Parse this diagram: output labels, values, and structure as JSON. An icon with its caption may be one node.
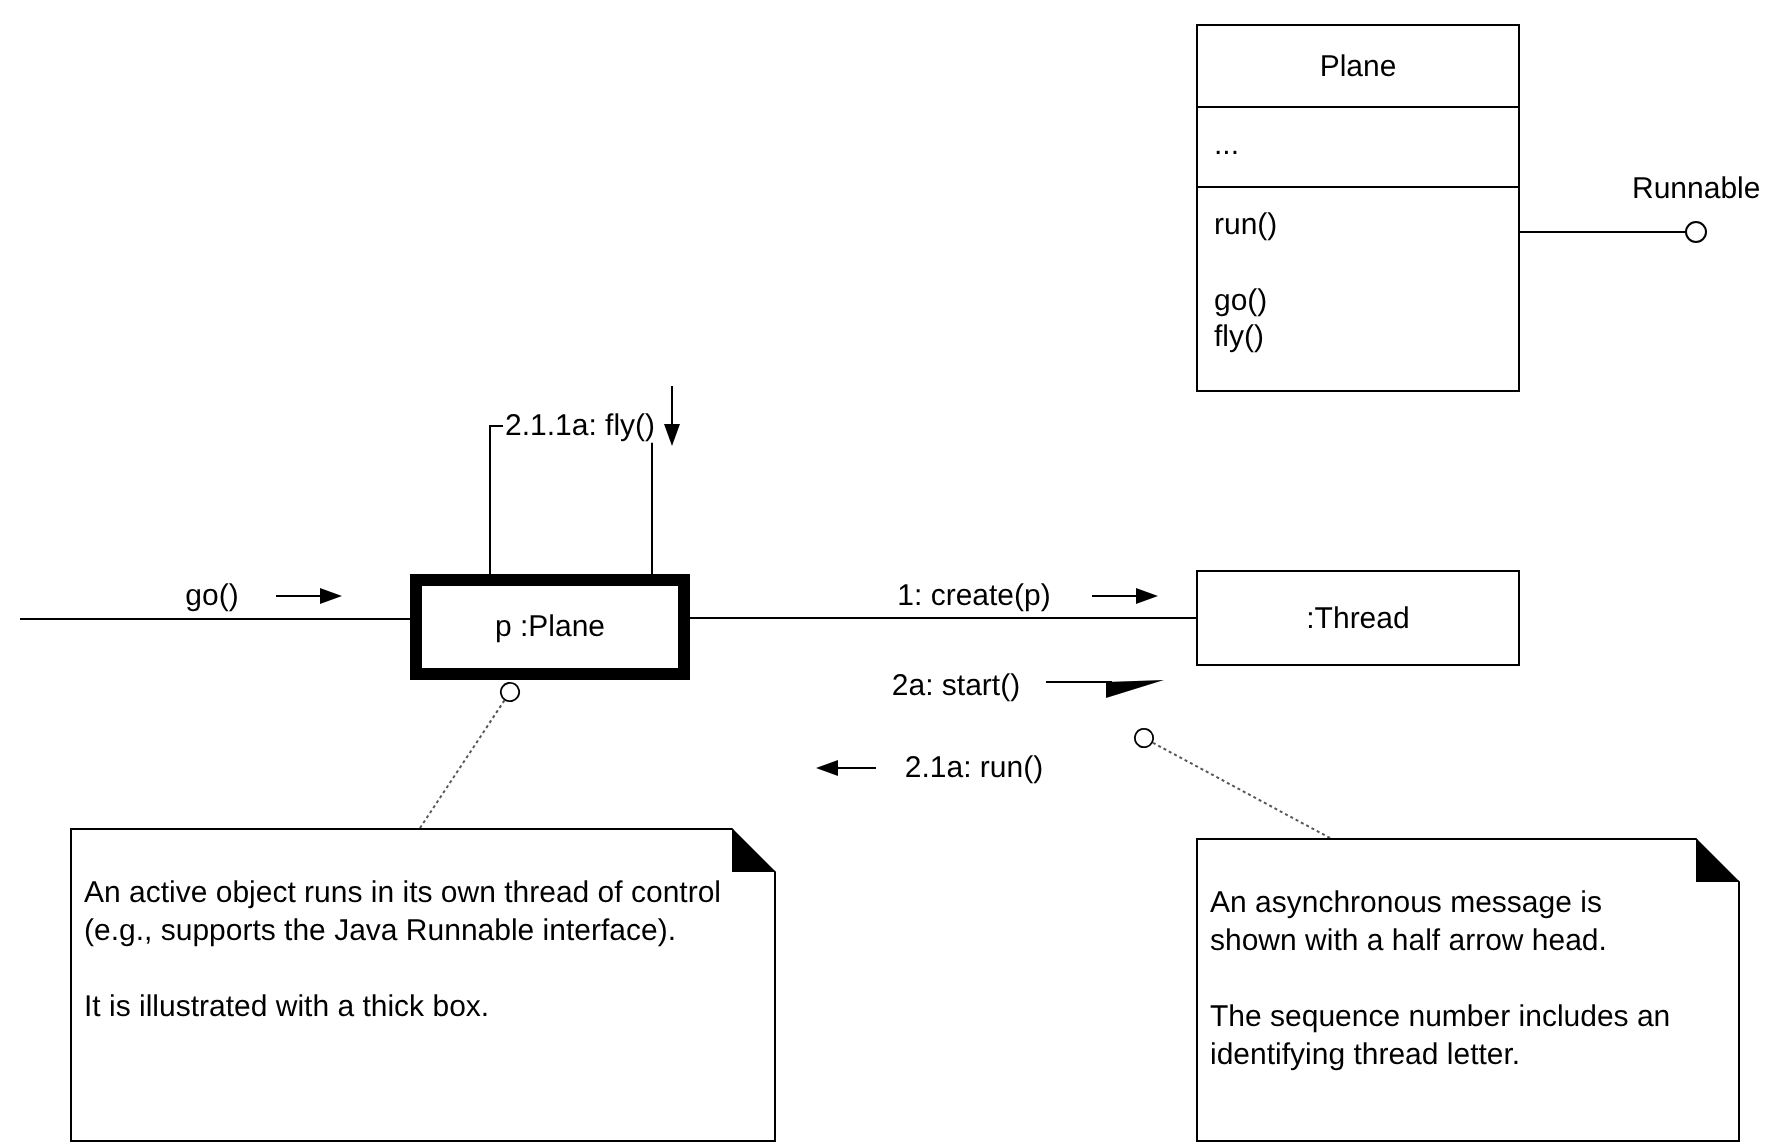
{
  "diagram": {
    "nodes": [
      {
        "text": [
          "Plane",
          "...",
          "run()",
          "go() fly()"
        ]
      },
      {
        "text": [
          "Runnable"
        ]
      },
      {
        "text": [
          "p :Plane"
        ]
      },
      {
        "text": [
          ":Thread"
        ]
      },
      {
        "text": [
          "An active object runs in its own thread of control (e.g., supports the Java Runnable interface).",
          "It is illustrated with a thick box."
        ]
      },
      {
        "text": [
          "An asynchronous message is shown with a half arrow head.",
          "The sequence number includes an identifying thread letter."
        ]
      }
    ],
    "edges": [
      {
        "from": 0,
        "to": 1,
        "arrow": "none"
      },
      {
        "from": null,
        "to": 2,
        "arrow": "none",
        "label": "go()"
      },
      {
        "from": 2,
        "to": 2,
        "arrow": "none",
        "label": "2.1.1a: fly()"
      },
      {
        "from": 2,
        "to": 3,
        "arrow": "none",
        "label": "1: create(p)"
      },
      {
        "from": 4,
        "to": 2,
        "arrow": "other",
        "style": "dashed"
      },
      {
        "from": 5,
        "to": null,
        "arrow": "other",
        "style": "dashed"
      }
    ],
    "labels": [
      "2a: start()",
      "2.1a: run()"
    ]
  }
}
